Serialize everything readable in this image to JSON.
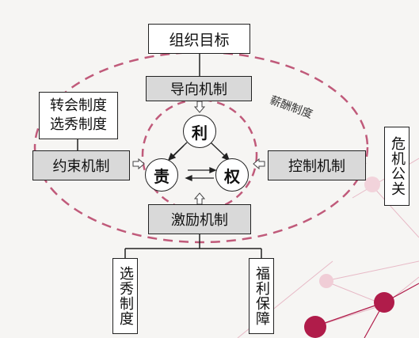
{
  "diagram": {
    "top_goal": "组织目标",
    "guidance": "导向机制",
    "salary_system": "薪酬制度",
    "transfer_system": "转会制度",
    "selection_system": "选秀制度",
    "constraint": "约束机制",
    "control": "控制机制",
    "incentive": "激励机制",
    "crisis_pr": "危机公关",
    "bottom_left": "选秀制度",
    "bottom_right": "福利保障",
    "triangle": {
      "top": "利",
      "left": "责",
      "right": "权"
    }
  },
  "colors": {
    "dashed_ellipse": "#c05a7a",
    "gray_box": "#d9d9d9",
    "node_accent": "#b01c4a"
  }
}
